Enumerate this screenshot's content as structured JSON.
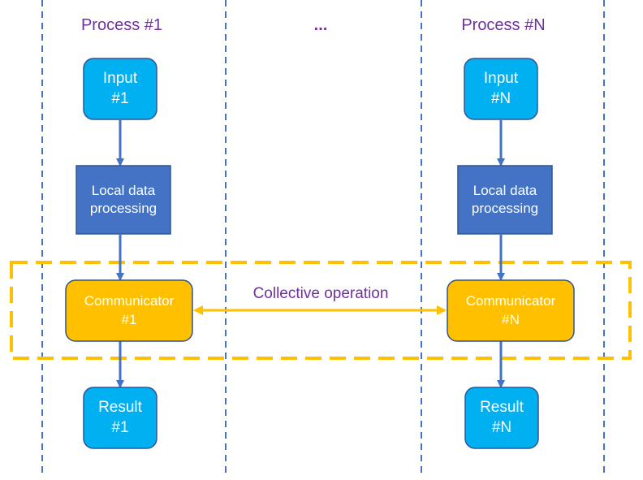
{
  "columns": {
    "left_title": "Process #1",
    "middle_title": "...",
    "right_title": "Process #N"
  },
  "nodes": {
    "input_1": "Input\n#1",
    "input_n": "Input\n#N",
    "local_1": "Local data\nprocessing",
    "local_n": "Local data\nprocessing",
    "comm_1": "Communicator\n#1",
    "comm_n": "Communicator\n#N",
    "result_1": "Result\n#1",
    "result_n": "Result\n#N"
  },
  "collective_label": "Collective operation",
  "colors": {
    "input_fill": "#00b0f0",
    "input_stroke": "#2f5597",
    "local_fill": "#4472c4",
    "comm_fill": "#ffc000",
    "arrow_blue": "#4472c4",
    "dashed_blue": "#4472c4",
    "collective_box": "#ffc000",
    "collective_text": "#7030a0"
  }
}
